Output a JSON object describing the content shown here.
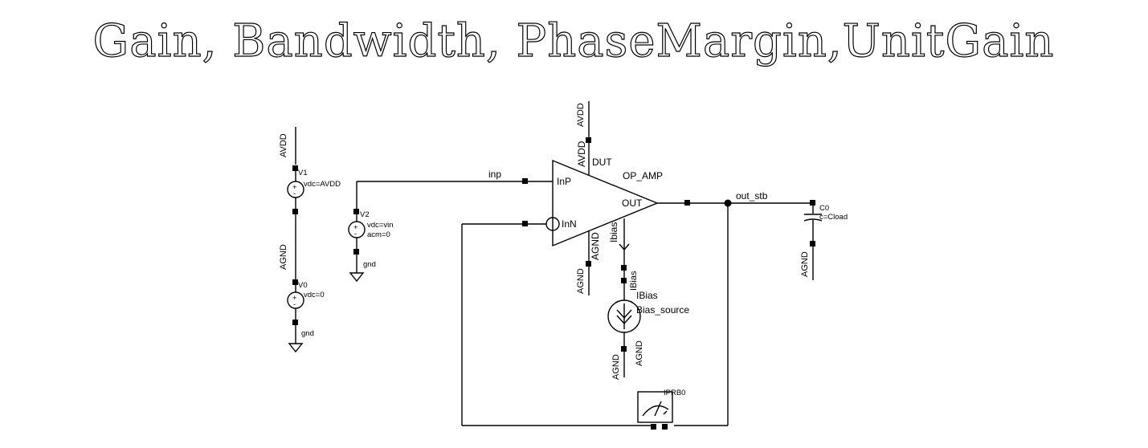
{
  "title": "Gain, Bandwidth, PhaseMargin,UnitGain",
  "labels": {
    "avdd": "AVDD",
    "agnd": "AGND",
    "gnd": "gnd",
    "v1_name": "V1",
    "v1_param": "vdc=AVDD",
    "v0_name": "V0",
    "v0_param": "vdc=0",
    "v2_name": "V2",
    "v2_vdc": "vdc=vin",
    "v2_acm": "acm=0",
    "inp_net": "inp",
    "opamp_name": "OP_AMP",
    "pin_inp": "InP",
    "pin_inn": "InN",
    "pin_out": "OUT",
    "pin_dut": "DUT",
    "pin_ibias": "Ibias",
    "ibias_net": "IBias",
    "ibias_name": "IBias",
    "ibias_cell": "Bias_source",
    "out_net": "out_stb",
    "c0_name": "C0",
    "c0_param": "c=Cload",
    "iprb_name": "IPRB0"
  }
}
